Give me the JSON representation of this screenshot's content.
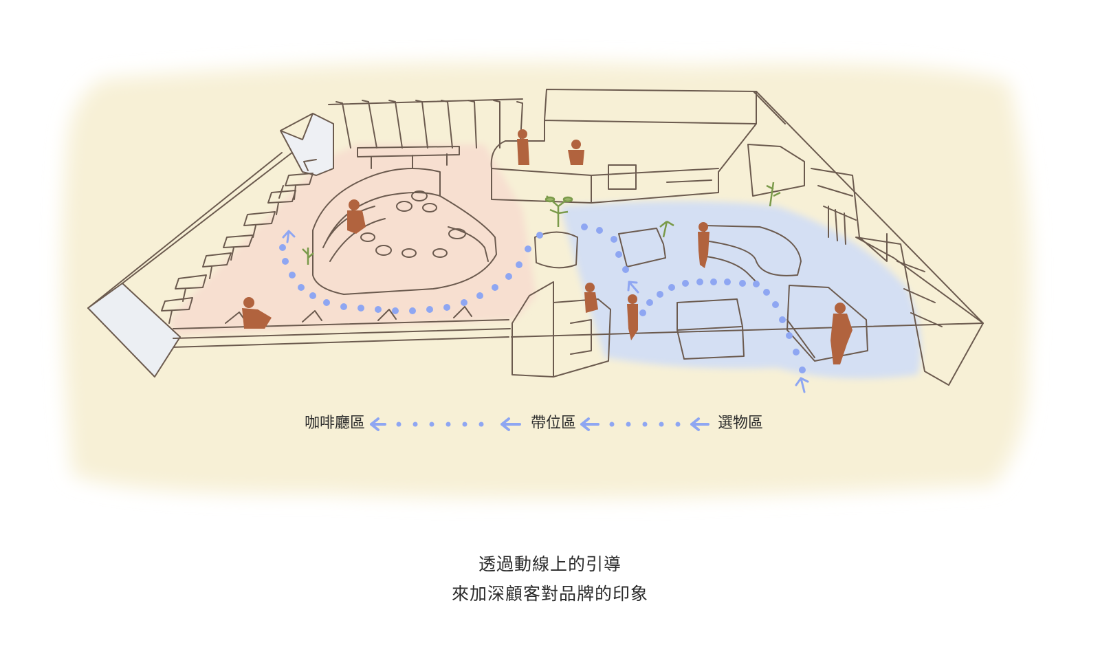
{
  "colors": {
    "background_wash": "#f7f0d6",
    "cafe_floor": "#f7dfd0",
    "shop_floor": "#d4dff3",
    "outline": "#6b5a4e",
    "figure": "#b1633e",
    "path_dots": "#8ea6f2",
    "plant": "#7a9a4a",
    "text": "#2b2b2b"
  },
  "flow_labels": {
    "cafe": "咖啡廳區",
    "seat": "帶位區",
    "shop": "選物區"
  },
  "caption": {
    "line1": "透過動線上的引導",
    "line2": "來加深顧客對品牌的印象"
  },
  "icons": {
    "arrow": "left-arrow-icon",
    "figure": "person-icon",
    "plant": "plant-icon"
  }
}
